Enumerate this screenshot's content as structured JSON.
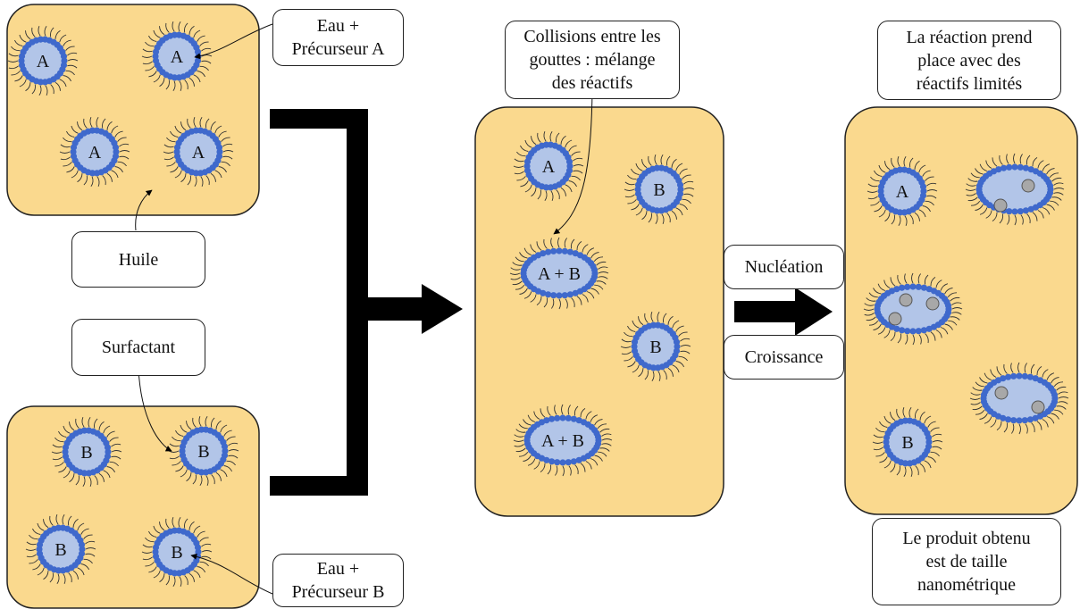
{
  "labels": {
    "eau_precurseur_a": "Eau +\nPrécurseur A",
    "huile": "Huile",
    "surfactant": "Surfactant",
    "eau_precurseur_b": "Eau +\nPrécurseur B",
    "collisions": "Collisions entre les\ngouttes : mélange\ndes réactifs",
    "nucleation": "Nucléation",
    "croissance": "Croissance",
    "reaction": "La réaction prend\nplace avec des\nréactifs limités",
    "produit": "Le produit obtenu\nest de taille\nnanométrique"
  },
  "droplet_letters": {
    "a": "A",
    "b": "B",
    "ab": "A + B"
  },
  "colors": {
    "oil": "#FAD98E",
    "water_core": "#B2C5E8",
    "surfactant_head": "#3F69CC",
    "nanoparticle": "#A8A8A8",
    "arrow": "#000000"
  }
}
